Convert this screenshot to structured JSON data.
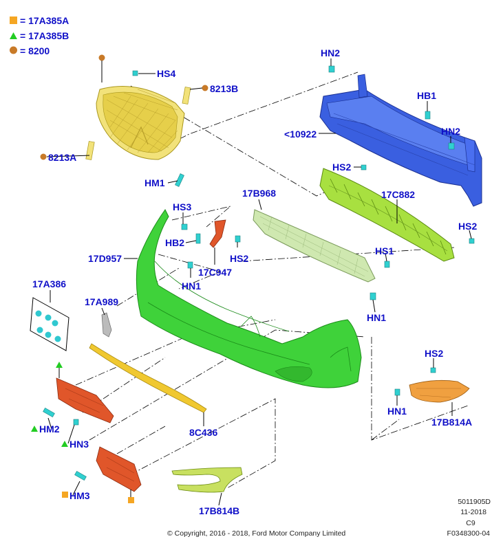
{
  "legend": [
    {
      "symbol": "square",
      "color": "#f5a623",
      "text": "= 17A385A"
    },
    {
      "symbol": "triangle",
      "color": "#22cc22",
      "text": "= 17A385B"
    },
    {
      "symbol": "circle",
      "color": "#c87a28",
      "text": "= 8200"
    }
  ],
  "colors": {
    "label": "#1010c8",
    "grille": "#f2e27a",
    "reinforcement": "#3a5fe0",
    "absorber": "#a8e040",
    "bumper": "#3fd23a",
    "bracket": "#e0562a",
    "lamp": "#f0a040",
    "fastener": "#30d0d0"
  },
  "labels": {
    "hs4": "HS4",
    "l8213b": "8213B",
    "l8213a": "8213A",
    "hn2_top": "HN2",
    "hb1": "HB1",
    "hn2_right": "HN2",
    "l10922": "<10922",
    "hs2_top": "HS2",
    "l17c882": "17C882",
    "hs2_right": "HS2",
    "hm1": "HM1",
    "hs3": "HS3",
    "l17b968": "17B968",
    "hb2": "HB2",
    "hs2_mid": "HS2",
    "l17d957": "17D957",
    "l17c947": "17C947",
    "hn1_mid": "HN1",
    "hs1": "HS1",
    "hn1_right": "HN1",
    "l17a386": "17A386",
    "l17a989": "17A989",
    "hs2_lamp": "HS2",
    "hn1_lamp": "HN1",
    "l17b814a": "17B814A",
    "hm2": "HM2",
    "hn3": "HN3",
    "l8c436": "8C436",
    "hm3": "HM3",
    "l17b814b": "17B814B"
  },
  "footer": {
    "copyright": "© Copyright, 2016 - 2018, Ford Motor Company Limited",
    "code1": "5011905D",
    "code2": "11-2018",
    "code3": "C9",
    "code4": "F0348300-04"
  }
}
